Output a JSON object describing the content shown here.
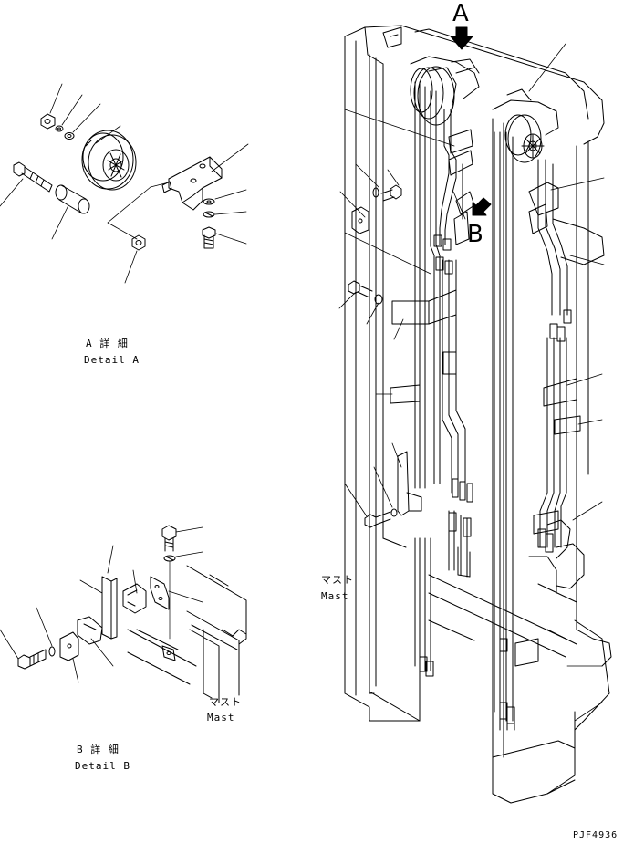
{
  "callouts": {
    "view_a_letter": "A",
    "view_b_letter": "B"
  },
  "detail_a": {
    "title_jp": "A 詳 細",
    "title_en": "Detail A"
  },
  "detail_b": {
    "title_jp": "B 詳 細",
    "title_en": "Detail B",
    "mast_jp": "マスト",
    "mast_en": "Mast"
  },
  "main_view": {
    "mast_jp": "マスト",
    "mast_en": "Mast"
  },
  "figure_code": "PJF4936"
}
